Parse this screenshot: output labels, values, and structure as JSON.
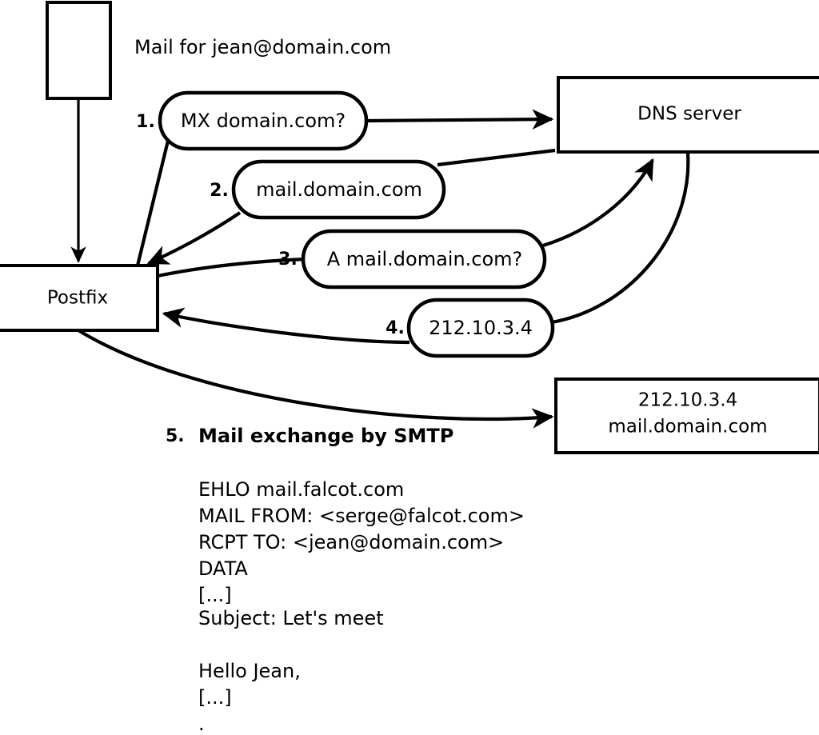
{
  "diagram": {
    "title": "Mail for jean@domain.com",
    "nodes": [
      {
        "id": "client",
        "label": ""
      },
      {
        "id": "postfix",
        "label": "Postfix"
      },
      {
        "id": "dns",
        "label": "DNS server"
      },
      {
        "id": "mailserver",
        "label_line1": "212.10.3.4",
        "label_line2": "mail.domain.com"
      }
    ],
    "steps": [
      {
        "num": "1.",
        "bubble": "MX domain.com?"
      },
      {
        "num": "2.",
        "bubble": "mail.domain.com"
      },
      {
        "num": "3.",
        "bubble": "A mail.domain.com?"
      },
      {
        "num": "4.",
        "bubble": "212.10.3.4"
      }
    ],
    "smtp": {
      "num": "5.",
      "heading": "Mail exchange by SMTP",
      "transcript": [
        "EHLO mail.falcot.com",
        "MAIL FROM: <serge@falcot.com>",
        "RCPT TO: <jean@domain.com>",
        "DATA",
        "[...]",
        "Subject: Let's meet",
        "",
        "Hello Jean,",
        "[...]",
        "."
      ]
    },
    "colors": {
      "stroke": "#000000",
      "fill": "#ffffff",
      "background": "#ffffff"
    }
  }
}
